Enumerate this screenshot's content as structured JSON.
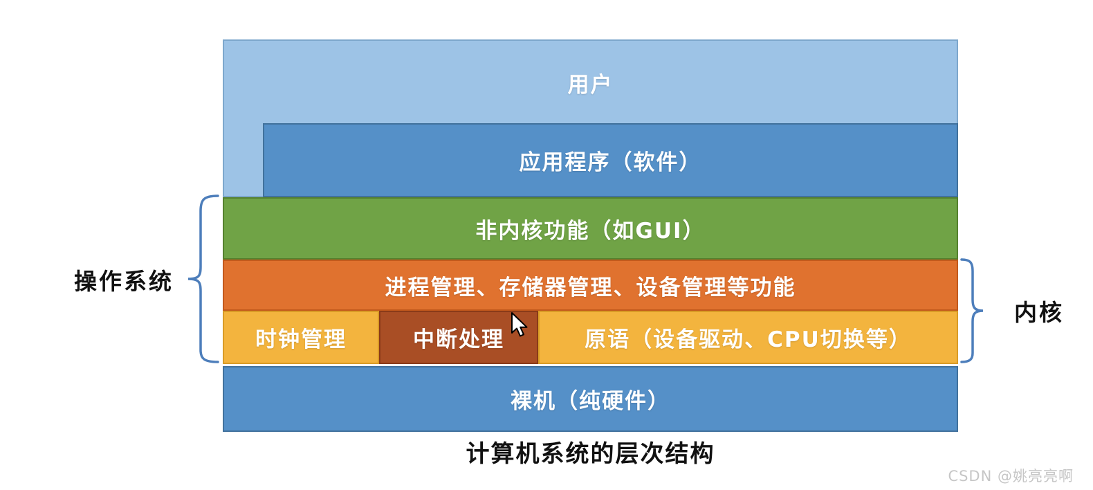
{
  "diagram": {
    "caption": "计算机系统的层次结构",
    "watermark": "CSDN @姚亮亮啊"
  },
  "layers": [
    {
      "id": "user",
      "label": "用户",
      "color": "#9dc3e6",
      "border": "#7da7cc"
    },
    {
      "id": "application",
      "label": "应用程序（软件）",
      "color": "#5590c8",
      "border": "#41719c"
    },
    {
      "id": "non-kernel",
      "label": "非内核功能（如GUI）",
      "color": "#70a346",
      "border": "#55812e"
    },
    {
      "id": "management",
      "label": "进程管理、存储器管理、设备管理等功能",
      "color": "#e0722f",
      "border": "#c2591c"
    },
    {
      "id": "clock",
      "label": "时钟管理",
      "color": "#f3b43e",
      "border": "#d99b26"
    },
    {
      "id": "interrupt",
      "label": "中断处理",
      "color": "#a94e25",
      "border": "#8a3b19"
    },
    {
      "id": "primitive",
      "label": "原语（设备驱动、CPU切换等）",
      "color": "#f3b43e",
      "border": "#d99b26"
    },
    {
      "id": "hardware",
      "label": "裸机（纯硬件）",
      "color": "#5590c8",
      "border": "#41719c"
    }
  ],
  "brackets": {
    "left_label": "操作系统",
    "right_label": "内核",
    "brace_color": "#4d7ebb"
  }
}
